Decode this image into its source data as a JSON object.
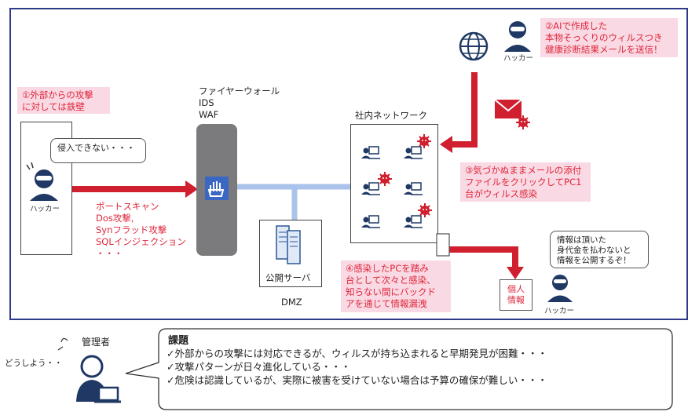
{
  "callouts": {
    "firewall_strong": "①外部からの攻撃\nに対しては鉄壁",
    "ai_mail": "②AIで作成した\n本物そっくりのウィルスつき\n健康診断結果メールを送信！",
    "infected": "③気づかぬままメールの添付\nファイルをクリックしてPC1\n台がウィルス感染",
    "spread": "④感染したPCを踏み\n台として次々と感染、\n知らない間にバックド\nアを通じて情報漏洩"
  },
  "firewall": {
    "label": "ファイヤーウォール\nIDS\nWAF"
  },
  "attacks": "ポートスキャン\nDos攻撃,\nSynフラッド攻撃\nSQLインジェクション\n・・・",
  "hacker_left": {
    "label": "ハッカー",
    "bubble": "侵入できない・・・"
  },
  "hacker_top": {
    "label": "ハッカー"
  },
  "hacker_right": {
    "label": "ハッカー",
    "bubble": "情報は頂いた\n身代金を払わないと\n情報を公開するぞ！"
  },
  "network": {
    "label": "社内ネットワーク"
  },
  "server": {
    "label": "公開サーバ"
  },
  "dmz": {
    "label": "DMZ"
  },
  "personal_info": {
    "label": "個人\n情報"
  },
  "admin": {
    "label": "管理者",
    "murmur": "どうしよう・・"
  },
  "issues": {
    "title": "課題",
    "items": [
      "✓外部からの攻撃には対応できるが、ウィルスが持ち込まれると早期発見が困難・・・",
      "✓攻撃パターンが日々進化している・・・",
      "✓危険は認識しているが、実際に被害を受けていない場合は予算の確保が難しい・・・"
    ]
  },
  "colors": {
    "accent_red": "#e0263b",
    "arrow_red": "#d01f2e",
    "frame_blue": "#2e3a87",
    "link_blue": "#a9c3ea",
    "firewall_gray": "#7b7b7d"
  }
}
